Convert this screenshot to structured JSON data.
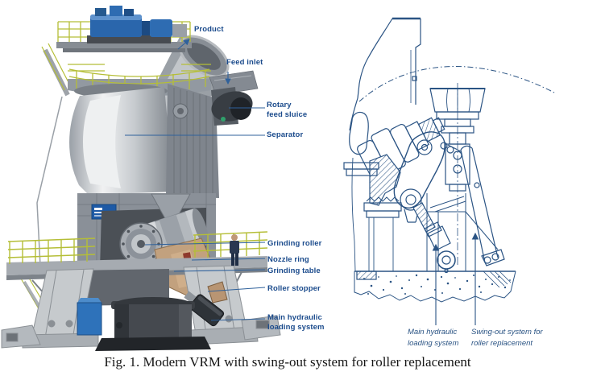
{
  "colors": {
    "label_blue": "#1b4b8c",
    "leader_blue": "#33639c",
    "drawing_blue": "#2b5484",
    "railing_yellow": "#b5be37",
    "motor_blue": "#2a66ac",
    "arm_tan": "#c2a17e"
  },
  "caption": {
    "text": "Fig. 1. Modern VRM with swing-out system for roller replacement"
  },
  "left": {
    "illustration": "vrm-3d-render",
    "labels": {
      "product": "Product",
      "feed_inlet": "Feed inlet",
      "rotary": [
        "Rotary",
        "feed sluice"
      ],
      "separator": "Separator",
      "grinding_roller": "Grinding roller",
      "nozzle_ring": "Nozzle ring",
      "grinding_table": "Grinding table",
      "roller_stopper": "Roller stopper",
      "main_hydraulic": [
        "Main hydraulic",
        "loading system"
      ]
    }
  },
  "right": {
    "illustration": "swing-out-section-drawing",
    "labels": {
      "main_hydraulic": [
        "Main hydraulic",
        "loading system"
      ],
      "swing_out": [
        "Swing-out system for",
        "roller replacement"
      ]
    }
  }
}
